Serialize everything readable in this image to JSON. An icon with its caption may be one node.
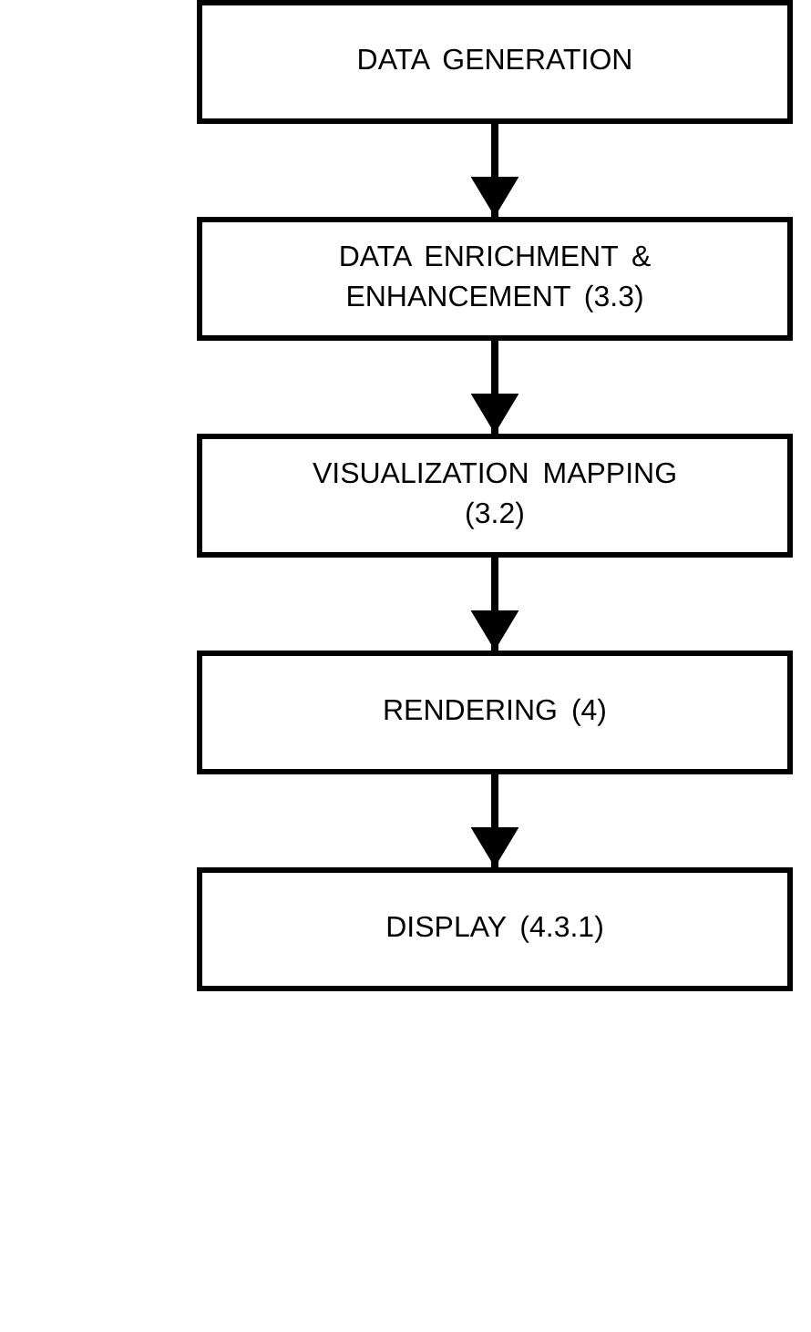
{
  "diagram": {
    "nodes": [
      {
        "text": [
          "DATA GENERATION"
        ]
      },
      {
        "text": [
          "DATA ENRICHMENT & ENHANCEMENT (3.3)"
        ]
      },
      {
        "text": [
          "VISUALIZATION MAPPING (3.2)"
        ]
      },
      {
        "text": [
          "RENDERING (4)"
        ]
      },
      {
        "text": [
          "DISPLAY (4.3.1)"
        ]
      }
    ],
    "edges": [
      {
        "from": 0,
        "to": 1,
        "arrow": "to"
      },
      {
        "from": 1,
        "to": 2,
        "arrow": "to"
      },
      {
        "from": 2,
        "to": 3,
        "arrow": "to"
      },
      {
        "from": 3,
        "to": 4,
        "arrow": "to"
      }
    ]
  }
}
